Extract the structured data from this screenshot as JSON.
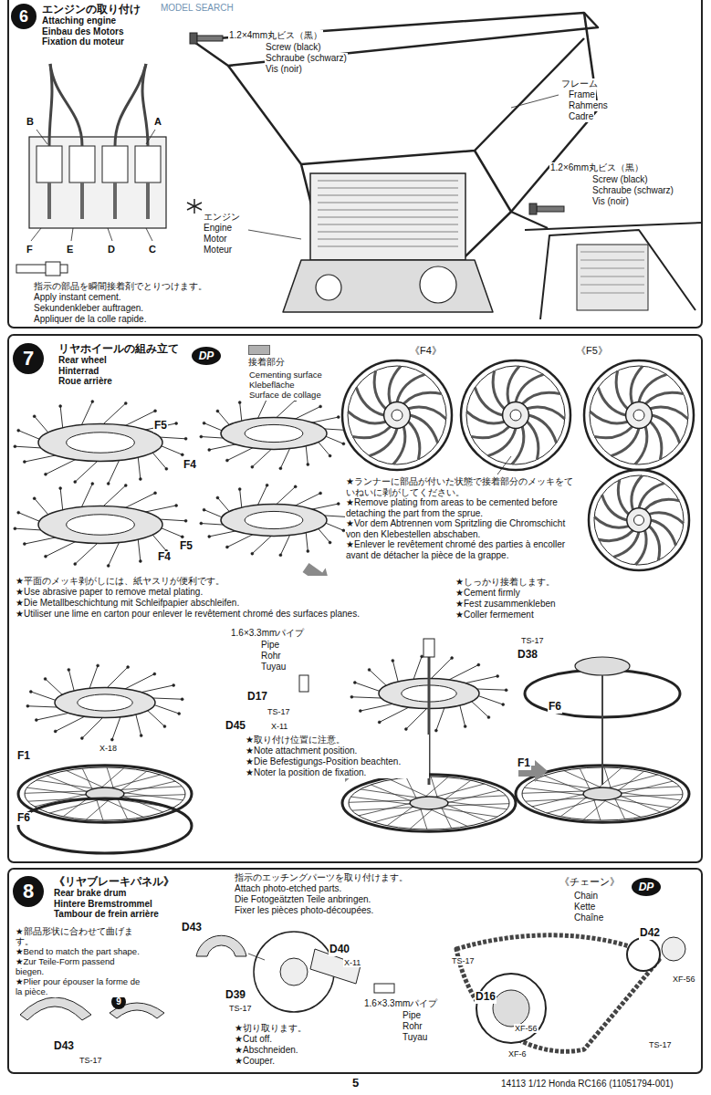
{
  "diagram": {
    "nodes": [
      {
        "text": [
          "エンジンの取り付け",
          "Attaching engine",
          "Einbau des Motors",
          "Fixation du moteur"
        ]
      },
      {
        "text": [
          "6"
        ],
        "in": 0
      },
      {
        "text": [
          "リヤホイールの組み立て",
          "Rear wheel",
          "Hinterrad",
          "Roue arrière"
        ]
      },
      {
        "text": [
          "7"
        ],
        "in": 2
      },
      {
        "text": [
          "DP"
        ],
        "in": 2
      },
      {
        "text": [
          "《リヤブレーキパネル》",
          "Rear brake drum",
          "Hintere Bremstrommel",
          "Tambour de frein arrière"
        ]
      },
      {
        "text": [
          "8"
        ],
        "in": 5
      },
      {
        "text": [
          "9"
        ],
        "in": 5
      },
      {
        "text": [
          "DP"
        ],
        "in": 5
      }
    ],
    "labels": [
      "MODEL SEARCH",
      "B",
      "A",
      "F",
      "E",
      "D",
      "C",
      "1.2×4mm丸ビス（黒）",
      "Screw (black)",
      "Schraube (schwarz)",
      "Vis (noir)",
      "フレーム",
      "Frame",
      "Rahmens",
      "Cadre",
      "1.2×6mm丸ビス（黒）",
      "Screw (black)",
      "Schraube (schwarz)",
      "Vis (noir)",
      "エンジン",
      "Engine",
      "Motor",
      "Moteur",
      "指示の部品を瞬間接着剤でとりつけます。",
      "Apply instant cement.",
      "Sekundenkleber auftragen.",
      "Appliquer de la colle rapide.",
      "Cementing surface",
      "Klebefläche",
      "Surface de collage",
      "《F4》",
      "《F5》",
      "F5",
      "F4",
      "F5",
      "F4",
      "★ランナーに部品が付いた状態で接着部分のメッキをていねいに剥がしてください。",
      "★Remove plating from areas to be cemented before detaching the part from the sprue.",
      "★Vor dem Abtrennen vom Spritzling die Chromschicht von den Klebestellen abschaben.",
      "★Enlever le revêtement chromé des parties à encoller avant de détacher la pièce de la grappe.",
      "★平面のメッキ剥がしには、紙ヤスリが便利です。",
      "★Use abrasive paper to remove metal plating.",
      "★Die Metallbeschichtung mit Schleifpapier abschleifen.",
      "★Utiliser une lime en carton pour enlever le revêtement chromé des surfaces planes.",
      "1.6×3.3mmパイプ",
      "Pipe",
      "Rohr",
      "Tuyau",
      "D17",
      "TS-17",
      "D45",
      "X-11",
      "X-18",
      "F1",
      "F6",
      "★取り付け位置に注意。",
      "★Note attachment position.",
      "★Die Befestigungs-Position beachten.",
      "★Noter la position de fixation.",
      "★しっかり接着します。",
      "★Cement firmly",
      "★Fest zusammenkleben",
      "★Coller fermement",
      "TS-17",
      "D38",
      "F6",
      "F1",
      "★部品形状に合わせて曲げます。",
      "★Bend to match the part shape.",
      "★Zur Teile-Form passend biegen.",
      "★Plier pour épouser la forme de la pièce.",
      "D43",
      "TS-17",
      "指示のエッチングパーツを取り付けます。",
      "Attach photo-etched parts.",
      "Die Fotogeätzten Teile anbringen.",
      "Fixer les pièces photo-découpées.",
      "D43",
      "D40",
      "X-11",
      "D39",
      "TS-17",
      "1.6×3.3mmパイプ",
      "Pipe",
      "Rohr",
      "Tuyau",
      "★切り取ります。",
      "★Cut off.",
      "★Abschneiden.",
      "★Couper.",
      "《チェーン》",
      "Chain",
      "Kette",
      "Chaîne",
      "D42",
      "TS-17",
      "XF-56",
      "D16",
      "XF-56",
      "XF-6",
      "TS-17",
      "5",
      "14113 1/12 Honda RC166 (11051794-001)"
    ],
    "legend": [
      {
        "text": "接着部分",
        "color": "#b0b0b0"
      }
    ]
  }
}
